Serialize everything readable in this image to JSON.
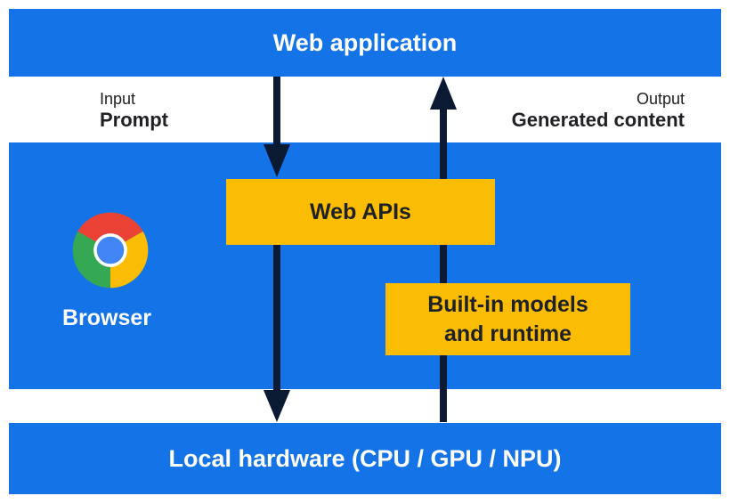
{
  "top_band": {
    "label": "Web application"
  },
  "input": {
    "caption": "Input",
    "title": "Prompt"
  },
  "output": {
    "caption": "Output",
    "title": "Generated content"
  },
  "browser": {
    "label": "Browser",
    "logo_icon": "chrome-logo-icon"
  },
  "web_apis": {
    "label": "Web APIs"
  },
  "builtin_models": {
    "line1": "Built-in models",
    "line2": "and runtime"
  },
  "bottom_band": {
    "label": "Local hardware (CPU / GPU / NPU)"
  },
  "colors": {
    "blue": "#1473e6",
    "yellow": "#fbbc04",
    "arrow": "#0b1a33",
    "chrome_red": "#ea4335",
    "chrome_yellow": "#fbbc04",
    "chrome_green": "#34a853",
    "chrome_blue": "#4285f4"
  }
}
